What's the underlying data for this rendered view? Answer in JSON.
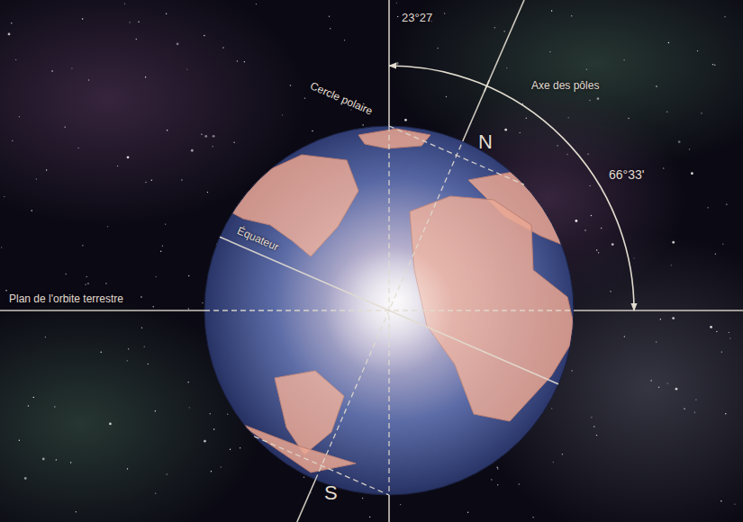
{
  "diagram": {
    "labels": [
      "23°27",
      "Axe des pôles",
      "N",
      "66°33'",
      "Cercle polaire",
      "Équateur",
      "Plan de l'orbite terrestre",
      "S"
    ]
  }
}
